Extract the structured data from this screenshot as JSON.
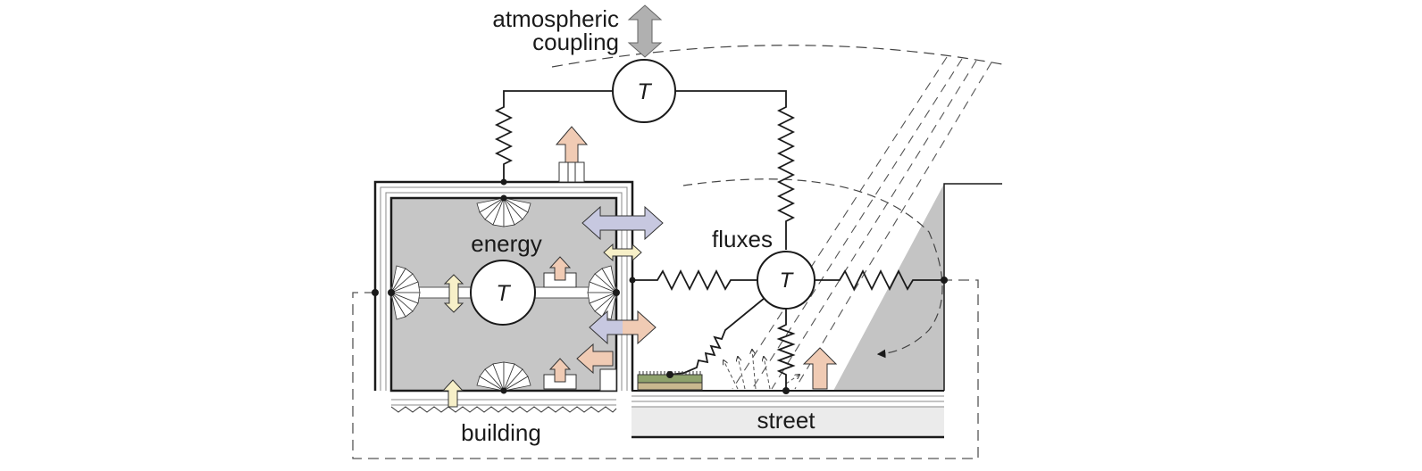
{
  "labels": {
    "atmospheric_line1": "atmospheric",
    "atmospheric_line2": "coupling",
    "energy": "energy",
    "fluxes": "fluxes",
    "building": "building",
    "street": "street"
  },
  "nodes": {
    "atmosphere_temp": "T",
    "building_temp": "T",
    "canyon_temp": "T"
  },
  "colors": {
    "building_fill": "#c6c6c6",
    "street_fill": "#ebebeb",
    "wall_shade": "#c4c4c4",
    "line": "#1a1a1a",
    "arrow_gray": "#b0b0b0",
    "arrow_peach": "#f0cbb4",
    "arrow_cream": "#f7f0c8",
    "arrow_lavender": "#c7c8e0",
    "vegetation": "#8fa26c",
    "soil": "#c9b88e"
  }
}
